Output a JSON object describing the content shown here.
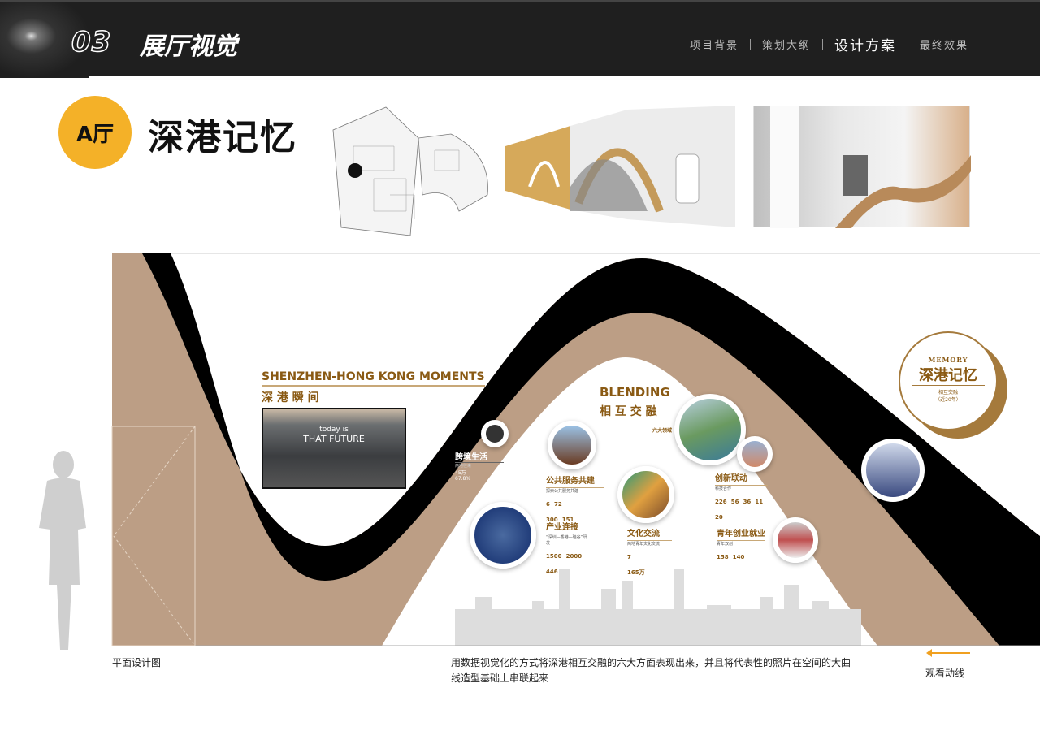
{
  "header": {
    "number": "03",
    "section": "展厅视觉",
    "nav": [
      {
        "label": "项目背景",
        "active": false
      },
      {
        "label": "策划大纲",
        "active": false
      },
      {
        "label": "设计方案",
        "active": true
      },
      {
        "label": "最终效果",
        "active": false
      }
    ]
  },
  "hall": {
    "badge": "A厅",
    "title": "深港记忆"
  },
  "moments": {
    "title_en": "SHENZHEN-HONG KONG MOMENTS",
    "title_cn": "深 港 瞬 间",
    "video_line1": "today is",
    "video_line2": "THAT FUTURE"
  },
  "blending": {
    "title_en": "BLENDING",
    "title_cn": "相 互 交 融",
    "note": "六大领域"
  },
  "topics": [
    {
      "label": "跨境生活",
      "sub": "两地往来",
      "stats": [
        "45万",
        "67.8%"
      ]
    },
    {
      "label": "公共服务共建",
      "sub": "探索公共服务共建",
      "stats": [
        "6",
        "72",
        "300",
        "151"
      ]
    },
    {
      "label": "产业连接",
      "sub": "“深圳—香港—硅谷”研发",
      "stats": [
        "1500",
        "2000",
        "446"
      ]
    },
    {
      "label": "文化交流",
      "sub": "两地青年文化交流",
      "stats": [
        "7",
        "165万"
      ]
    },
    {
      "label": "创新联动",
      "sub": "科技合作",
      "stats": [
        "226",
        "56",
        "36",
        "11",
        "20"
      ]
    },
    {
      "label": "青年创业就业",
      "sub": "青年双创",
      "stats": [
        "158",
        "140"
      ]
    }
  ],
  "memory_seal": {
    "en": "MEMORY",
    "cn": "深港记忆",
    "sub1": "相互交融",
    "sub2": "（近20年）"
  },
  "captions": {
    "plan": "平面设计图",
    "description": "用数据视觉化的方式将深港相互交融的六大方面表现出来，并且将代表性的照片在空间的大曲线造型基础上串联起来",
    "flow": "观看动线"
  },
  "colors": {
    "accent": "#f4b128",
    "tan": "#bc9e85",
    "gold": "#8a5a14",
    "header": "#1f1f1f",
    "arrow": "#f0a020"
  }
}
